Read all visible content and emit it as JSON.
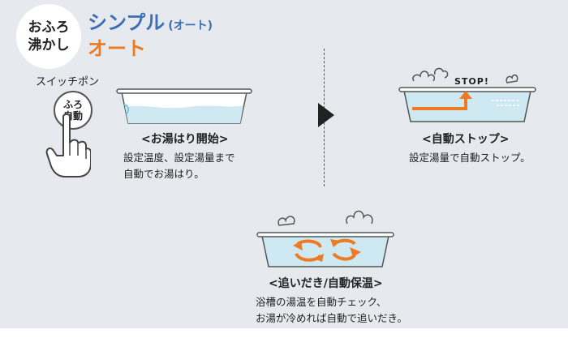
{
  "header": {
    "badge_line1": "おふろ",
    "badge_line2": "沸かし",
    "title_main": "シンプル",
    "title_sub": "(オート)",
    "title_second": "オート"
  },
  "switch": {
    "label": "スイッチポン",
    "button_line1": "ふろ",
    "button_line2": "自動"
  },
  "steps": [
    {
      "title": "<お湯はり開始>",
      "desc_line1": "設定温度、設定湯量まで",
      "desc_line2": "自動でお湯はり。"
    },
    {
      "title": "<自動ストップ>",
      "desc_line1": "設定湯量で自動ストップ。",
      "stop_label": "STOP!"
    },
    {
      "title": "<追いだき/自動保温>",
      "desc_line1": "浴槽の湯温を自動チェック、",
      "desc_line2": "お湯が冷めれば自動で追いだき。"
    }
  ],
  "colors": {
    "accent_blue": "#3d6fb6",
    "accent_orange": "#ee7a22",
    "water": "#cfe9f3",
    "panel": "#e6e9ed"
  }
}
